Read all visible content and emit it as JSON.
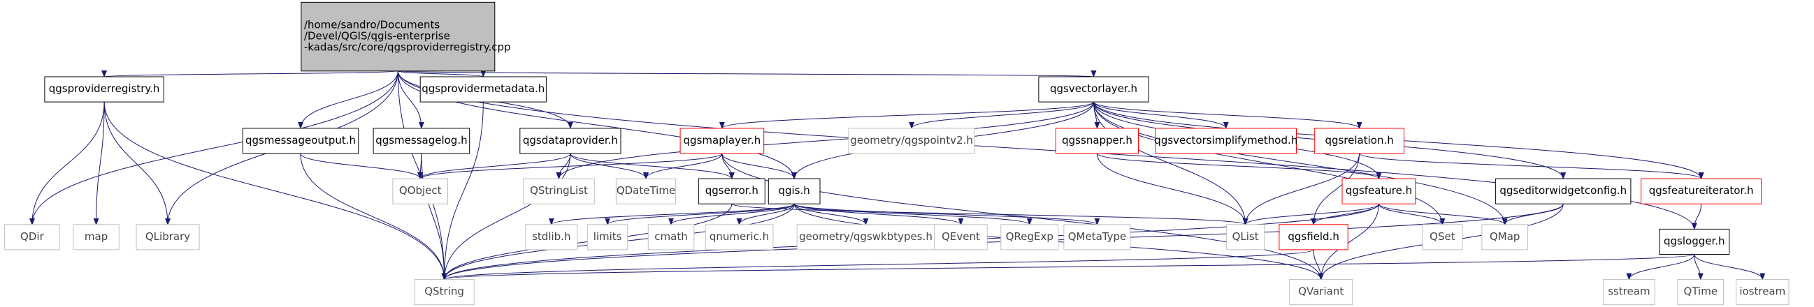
{
  "colors": {
    "edge": "#191970",
    "root_fill": "#bfbfbf",
    "root_border": "#000000",
    "doc_border": "#000000",
    "incomplete_border": "#ff0000",
    "system_border": "#bfbfbf",
    "system_text": "#444444",
    "background": "#ffffff"
  },
  "nodes": [
    {
      "id": "root",
      "lines": [
        "/home/sandro/Documents",
        "/Devel/QGIS/qgis-enterprise",
        "-kadas/src/core/qgsproviderregistry.cpp"
      ],
      "kind": "root"
    },
    {
      "id": "qgsproviderregistry_h",
      "lines": [
        "qgsproviderregistry.h"
      ],
      "kind": "doc"
    },
    {
      "id": "QDir",
      "lines": [
        "QDir"
      ],
      "kind": "system"
    },
    {
      "id": "map",
      "lines": [
        "map"
      ],
      "kind": "system"
    },
    {
      "id": "QLibrary",
      "lines": [
        "QLibrary"
      ],
      "kind": "system"
    },
    {
      "id": "qgsmessageoutput_h",
      "lines": [
        "qgsmessageoutput.h"
      ],
      "kind": "doc"
    },
    {
      "id": "qgsmessagelog_h",
      "lines": [
        "qgsmessagelog.h"
      ],
      "kind": "doc"
    },
    {
      "id": "qgsprovidermetadata_h",
      "lines": [
        "qgsprovidermetadata.h"
      ],
      "kind": "doc"
    },
    {
      "id": "qgsdataprovider_h",
      "lines": [
        "qgsdataprovider.h"
      ],
      "kind": "doc"
    },
    {
      "id": "qgsvectorlayer_h",
      "lines": [
        "qgsvectorlayer.h"
      ],
      "kind": "doc"
    },
    {
      "id": "qgsmaplayer_h",
      "lines": [
        "qgsmaplayer.h"
      ],
      "kind": "incomplete"
    },
    {
      "id": "geometry_qgspointv2_h",
      "lines": [
        "geometry/qgspointv2.h"
      ],
      "kind": "system"
    },
    {
      "id": "qgssnapper_h",
      "lines": [
        "qgssnapper.h"
      ],
      "kind": "incomplete"
    },
    {
      "id": "qgsvectorsimplifymethod_h",
      "lines": [
        "qgsvectorsimplifymethod.h"
      ],
      "kind": "incomplete"
    },
    {
      "id": "qgsrelation_h",
      "lines": [
        "qgsrelation.h"
      ],
      "kind": "incomplete"
    },
    {
      "id": "QObject",
      "lines": [
        "QObject"
      ],
      "kind": "system"
    },
    {
      "id": "QStringList",
      "lines": [
        "QStringList"
      ],
      "kind": "system"
    },
    {
      "id": "QDateTime",
      "lines": [
        "QDateTime"
      ],
      "kind": "system"
    },
    {
      "id": "qgserror_h",
      "lines": [
        "qgserror.h"
      ],
      "kind": "doc"
    },
    {
      "id": "qgis_h",
      "lines": [
        "qgis.h"
      ],
      "kind": "doc"
    },
    {
      "id": "qgsfeature_h",
      "lines": [
        "qgsfeature.h"
      ],
      "kind": "incomplete"
    },
    {
      "id": "qgseditorwidgetconfig_h",
      "lines": [
        "qgseditorwidgetconfig.h"
      ],
      "kind": "doc"
    },
    {
      "id": "qgsfeatureiterator_h",
      "lines": [
        "qgsfeatureiterator.h"
      ],
      "kind": "incomplete"
    },
    {
      "id": "stdlib_h",
      "lines": [
        "stdlib.h"
      ],
      "kind": "system"
    },
    {
      "id": "limits",
      "lines": [
        "limits"
      ],
      "kind": "system"
    },
    {
      "id": "cmath",
      "lines": [
        "cmath"
      ],
      "kind": "system"
    },
    {
      "id": "qnumeric_h",
      "lines": [
        "qnumeric.h"
      ],
      "kind": "system"
    },
    {
      "id": "geometry_qgswkbtypes_h",
      "lines": [
        "geometry/qgswkbtypes.h"
      ],
      "kind": "system"
    },
    {
      "id": "QEvent",
      "lines": [
        "QEvent"
      ],
      "kind": "system"
    },
    {
      "id": "QRegExp",
      "lines": [
        "QRegExp"
      ],
      "kind": "system"
    },
    {
      "id": "QMetaType",
      "lines": [
        "QMetaType"
      ],
      "kind": "system"
    },
    {
      "id": "QList",
      "lines": [
        "QList"
      ],
      "kind": "system"
    },
    {
      "id": "qgsfield_h",
      "lines": [
        "qgsfield.h"
      ],
      "kind": "incomplete"
    },
    {
      "id": "QSet",
      "lines": [
        "QSet"
      ],
      "kind": "system"
    },
    {
      "id": "QMap",
      "lines": [
        "QMap"
      ],
      "kind": "system"
    },
    {
      "id": "qgslogger_h",
      "lines": [
        "qgslogger.h"
      ],
      "kind": "doc"
    },
    {
      "id": "QString",
      "lines": [
        "QString"
      ],
      "kind": "system"
    },
    {
      "id": "QVariant",
      "lines": [
        "QVariant"
      ],
      "kind": "system"
    },
    {
      "id": "sstream",
      "lines": [
        "sstream"
      ],
      "kind": "system"
    },
    {
      "id": "QTime",
      "lines": [
        "QTime"
      ],
      "kind": "system"
    },
    {
      "id": "iostream",
      "lines": [
        "iostream"
      ],
      "kind": "system"
    }
  ],
  "edges": [
    [
      "root",
      "qgsproviderregistry_h"
    ],
    [
      "root",
      "QDir"
    ],
    [
      "root",
      "QLibrary"
    ],
    [
      "root",
      "QString"
    ],
    [
      "root",
      "qgsmessageoutput_h"
    ],
    [
      "root",
      "qgsmessagelog_h"
    ],
    [
      "root",
      "qgsprovidermetadata_h"
    ],
    [
      "root",
      "qgsdataprovider_h"
    ],
    [
      "root",
      "qgis_h"
    ],
    [
      "root",
      "qgsvectorlayer_h"
    ],
    [
      "root",
      "qgslogger_h"
    ],
    [
      "qgsproviderregistry_h",
      "QDir"
    ],
    [
      "qgsproviderregistry_h",
      "map"
    ],
    [
      "qgsproviderregistry_h",
      "QLibrary"
    ],
    [
      "qgsproviderregistry_h",
      "QString"
    ],
    [
      "qgsmessageoutput_h",
      "QObject"
    ],
    [
      "qgsmessageoutput_h",
      "QString"
    ],
    [
      "qgsmessagelog_h",
      "QObject"
    ],
    [
      "qgsmessagelog_h",
      "QString"
    ],
    [
      "qgsprovidermetadata_h",
      "QString"
    ],
    [
      "qgsdataprovider_h",
      "QObject"
    ],
    [
      "qgsdataprovider_h",
      "QString"
    ],
    [
      "qgsdataprovider_h",
      "QStringList"
    ],
    [
      "qgsdataprovider_h",
      "QDateTime"
    ],
    [
      "qgsdataprovider_h",
      "qgserror_h"
    ],
    [
      "qgsvectorlayer_h",
      "qgsmaplayer_h"
    ],
    [
      "qgsvectorlayer_h",
      "geometry_qgspointv2_h"
    ],
    [
      "qgsvectorlayer_h",
      "qgssnapper_h"
    ],
    [
      "qgsvectorlayer_h",
      "qgsvectorsimplifymethod_h"
    ],
    [
      "qgsvectorlayer_h",
      "qgsrelation_h"
    ],
    [
      "qgsvectorlayer_h",
      "QStringList"
    ],
    [
      "qgsvectorlayer_h",
      "qgis_h"
    ],
    [
      "qgsvectorlayer_h",
      "QList"
    ],
    [
      "qgsvectorlayer_h",
      "QSet"
    ],
    [
      "qgsvectorlayer_h",
      "QMap"
    ],
    [
      "qgsvectorlayer_h",
      "qgsfeature_h"
    ],
    [
      "qgsvectorlayer_h",
      "qgseditorwidgetconfig_h"
    ],
    [
      "qgsvectorlayer_h",
      "qgsfeatureiterator_h"
    ],
    [
      "qgsmaplayer_h",
      "QObject"
    ],
    [
      "qgsmaplayer_h",
      "QDateTime"
    ],
    [
      "qgsmaplayer_h",
      "qgserror_h"
    ],
    [
      "qgsmaplayer_h",
      "qgis_h"
    ],
    [
      "qgsmaplayer_h",
      "QVariant"
    ],
    [
      "qgserror_h",
      "QString"
    ],
    [
      "qgserror_h",
      "QList"
    ],
    [
      "qgis_h",
      "stdlib_h"
    ],
    [
      "qgis_h",
      "limits"
    ],
    [
      "qgis_h",
      "cmath"
    ],
    [
      "qgis_h",
      "qnumeric_h"
    ],
    [
      "qgis_h",
      "geometry_qgswkbtypes_h"
    ],
    [
      "qgis_h",
      "QEvent"
    ],
    [
      "qgis_h",
      "QRegExp"
    ],
    [
      "qgis_h",
      "QMetaType"
    ],
    [
      "qgis_h",
      "QString"
    ],
    [
      "qgis_h",
      "QVariant"
    ],
    [
      "qgssnapper_h",
      "QList"
    ],
    [
      "qgssnapper_h",
      "qgsfeature_h"
    ],
    [
      "qgsrelation_h",
      "QList"
    ],
    [
      "qgsrelation_h",
      "qgsfield_h"
    ],
    [
      "qgsrelation_h",
      "qgsfeatureiterator_h"
    ],
    [
      "qgsfeature_h",
      "QList"
    ],
    [
      "qgsfeature_h",
      "qgsfield_h"
    ],
    [
      "qgsfeature_h",
      "QSet"
    ],
    [
      "qgsfeature_h",
      "QMap"
    ],
    [
      "qgsfeature_h",
      "QString"
    ],
    [
      "qgsfeature_h",
      "QVariant"
    ],
    [
      "qgsfield_h",
      "QString"
    ],
    [
      "qgsfield_h",
      "QVariant"
    ],
    [
      "qgseditorwidgetconfig_h",
      "QMap"
    ],
    [
      "qgseditorwidgetconfig_h",
      "QString"
    ],
    [
      "qgseditorwidgetconfig_h",
      "QVariant"
    ],
    [
      "qgsfeatureiterator_h",
      "qgslogger_h"
    ],
    [
      "qgslogger_h",
      "QString"
    ],
    [
      "qgslogger_h",
      "sstream"
    ],
    [
      "qgslogger_h",
      "QTime"
    ],
    [
      "qgslogger_h",
      "iostream"
    ]
  ]
}
